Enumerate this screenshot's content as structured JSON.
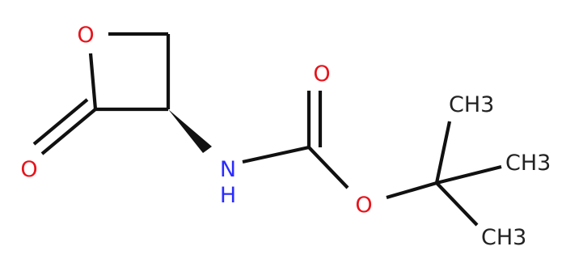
{
  "molecule": {
    "atoms": {
      "ring_oxygen": "O",
      "carbonyl_oxygen_lactone": "O",
      "amide_nitrogen": "N",
      "hydrogen_on_nitrogen": "H",
      "carbonyl_oxygen_carbamate": "O",
      "ester_oxygen": "O",
      "methyl_1": "CH3",
      "methyl_2": "CH3",
      "methyl_3": "CH3"
    },
    "colors": {
      "oxygen": "#e8141c",
      "nitrogen": "#2b2bff",
      "carbon_bond": "#111111"
    }
  }
}
